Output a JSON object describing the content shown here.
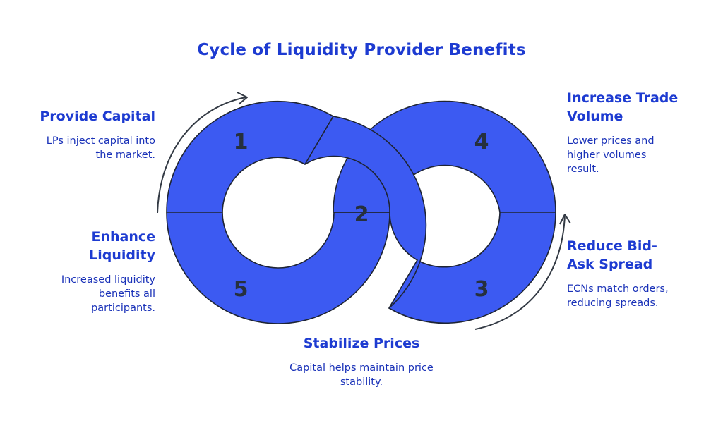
{
  "colors": {
    "accent": "#3c5af2",
    "heading": "#1d3bd1",
    "text": "#1a32b8",
    "number": "#26303d",
    "stroke": "#1e2433",
    "arrow": "#333a44"
  },
  "title": "Cycle of Liquidity Provider Benefits",
  "steps": [
    {
      "number": "1",
      "heading": "Provide Capital",
      "description": "LPs inject capital into the market."
    },
    {
      "number": "2",
      "heading": "Stabilize Prices",
      "description": "Capital helps maintain price stability."
    },
    {
      "number": "3",
      "heading": "Reduce Bid-Ask Spread",
      "description": "ECNs match orders, reducing spreads."
    },
    {
      "number": "4",
      "heading": "Increase Trade Volume",
      "description": "Lower prices and higher volumes result."
    },
    {
      "number": "5",
      "heading": "Enhance Liquidity",
      "description": "Increased liquidity benefits all participants."
    }
  ]
}
